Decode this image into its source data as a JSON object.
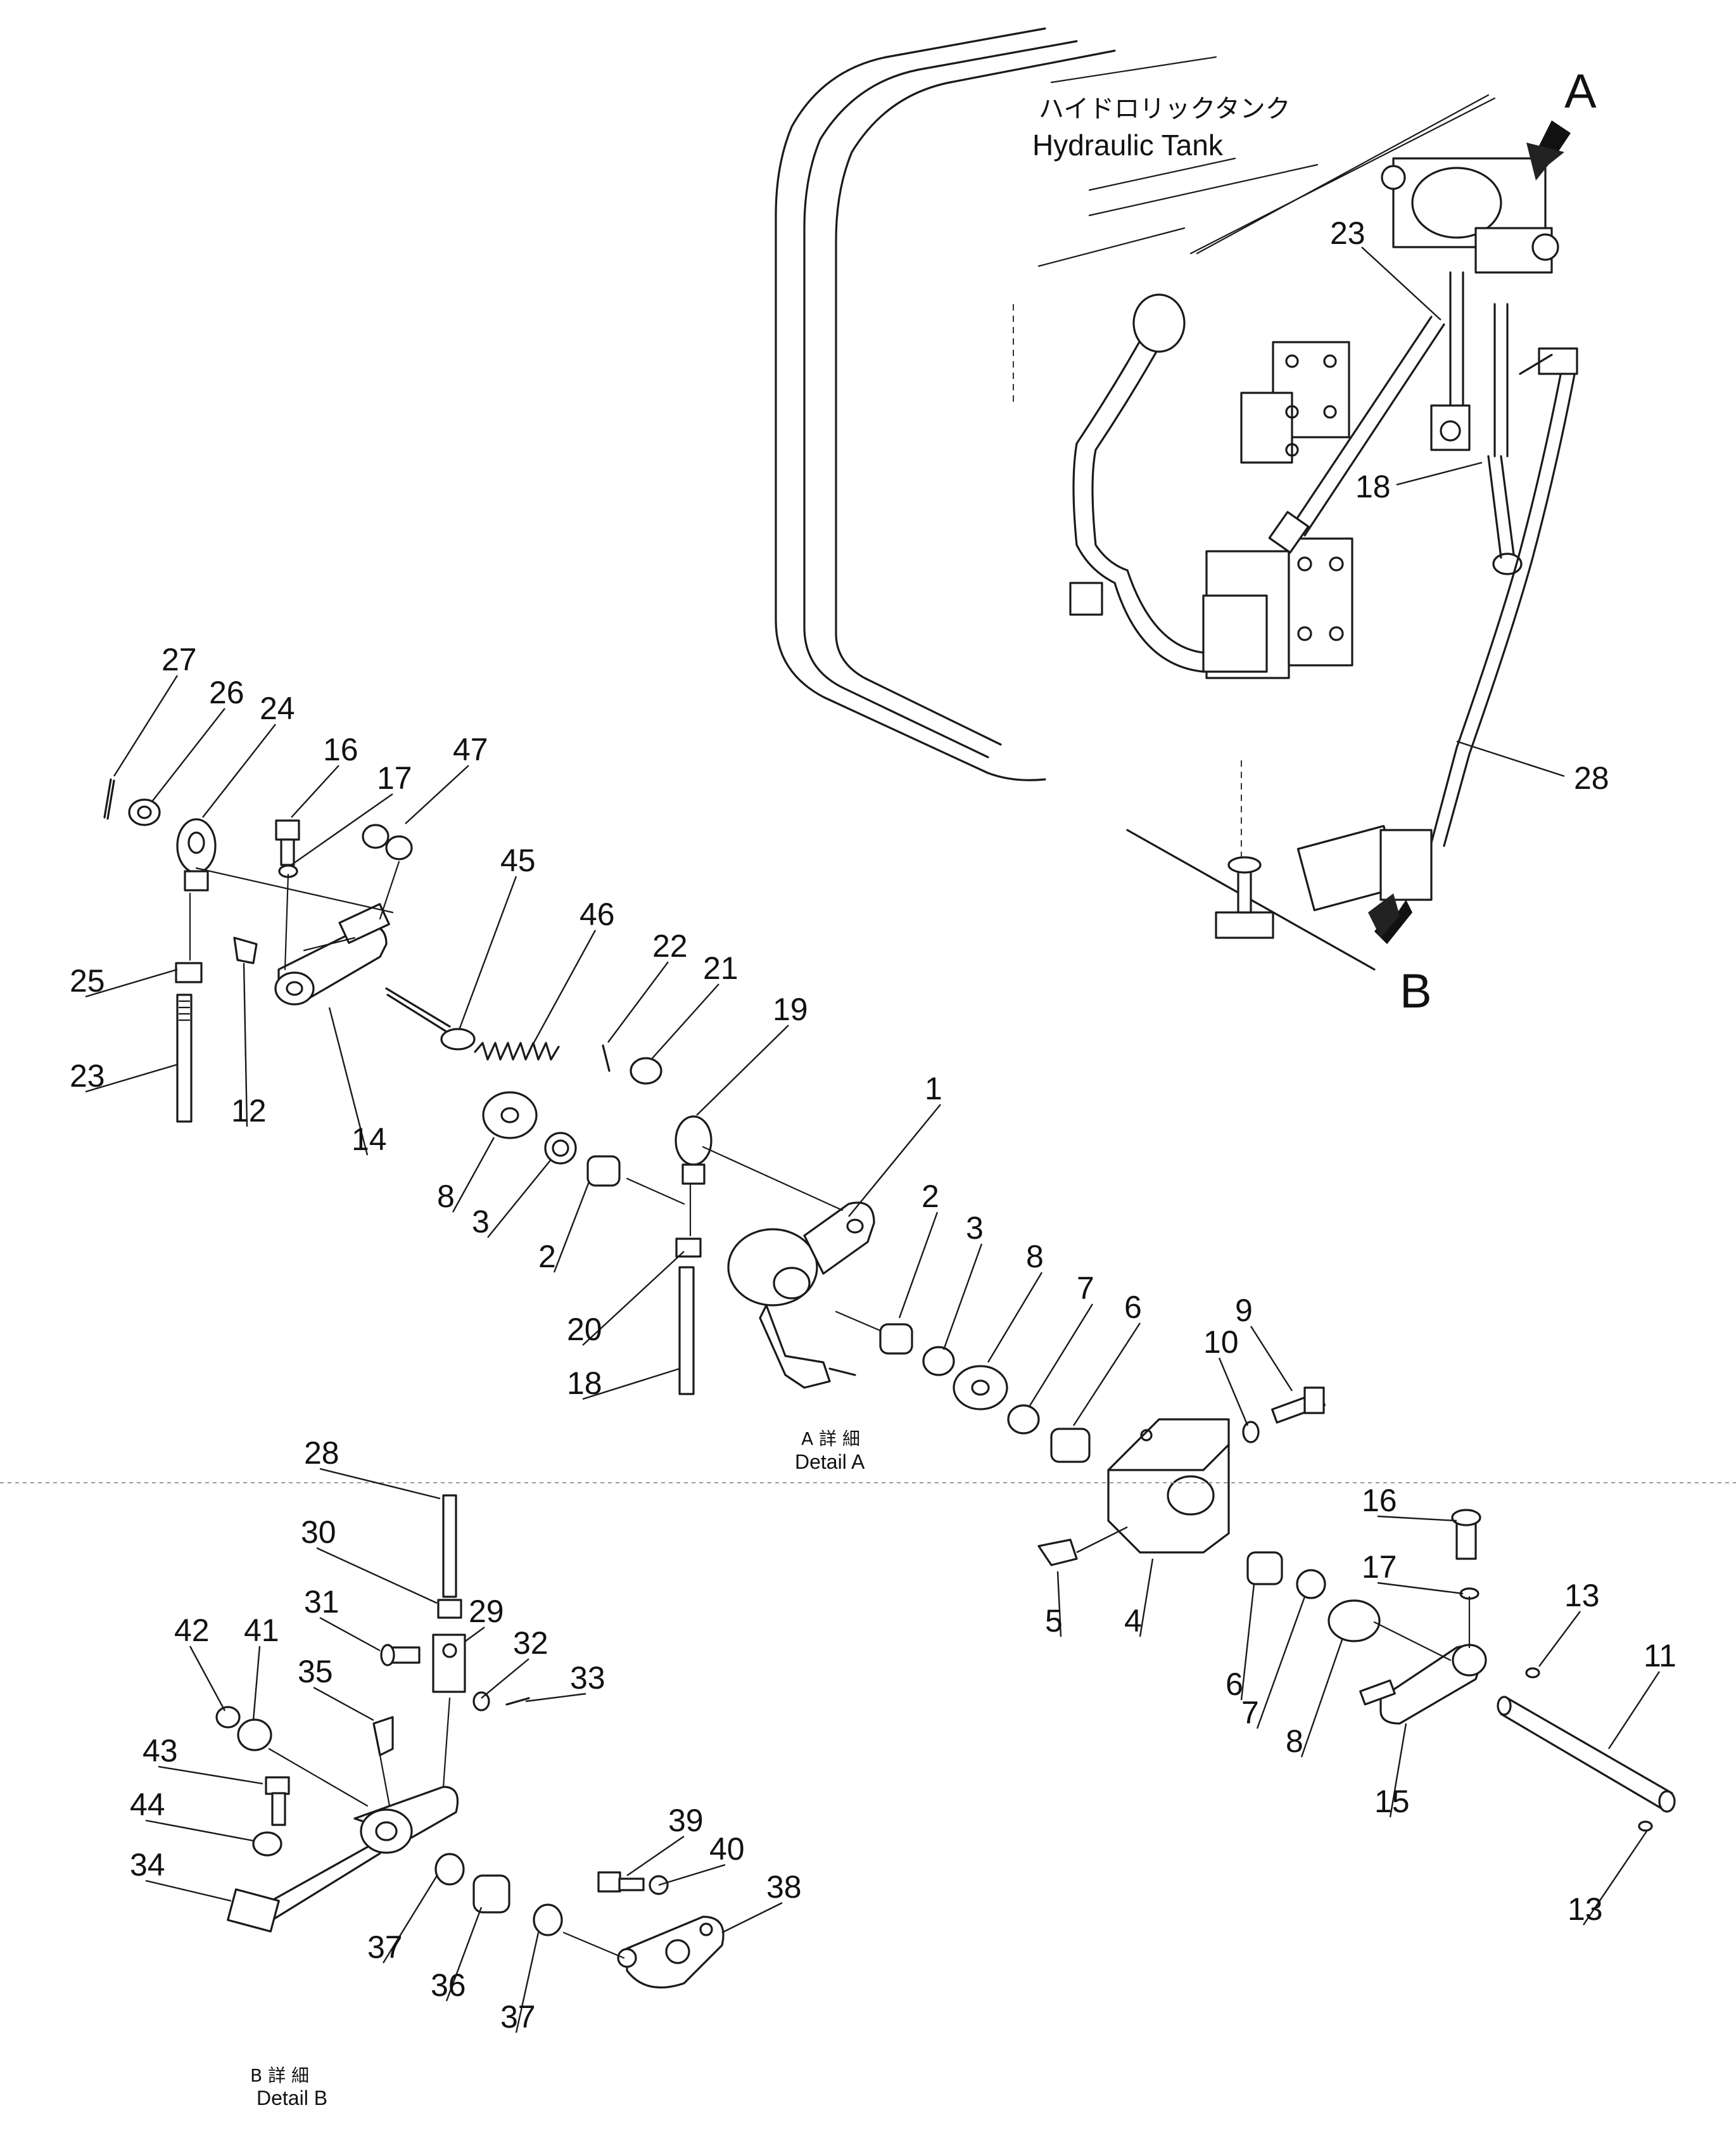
{
  "labels": {
    "tank_jp": "ハイドロリックタンク",
    "tank_en": "Hydraulic Tank",
    "view_a": "A",
    "view_b": "B",
    "detail_a_jp": "A 詳 細",
    "detail_a_en": "Detail A",
    "detail_b_jp": "B 詳 細",
    "detail_b_en": "Detail B"
  },
  "callouts": {
    "c23": "23",
    "c18": "18",
    "c28": "28"
  },
  "detail_a_callouts": [
    "27",
    "26",
    "24",
    "16",
    "17",
    "47",
    "45",
    "46",
    "22",
    "21",
    "19",
    "1",
    "25",
    "12",
    "23",
    "14",
    "8",
    "3",
    "2",
    "20",
    "18",
    "2",
    "3",
    "8",
    "7",
    "6",
    "10",
    "9",
    "5",
    "4",
    "16",
    "17",
    "13",
    "11",
    "6",
    "7",
    "8",
    "15",
    "13"
  ],
  "detail_b_callouts": [
    "28",
    "30",
    "31",
    "29",
    "32",
    "33",
    "42",
    "41",
    "35",
    "43",
    "44",
    "34",
    "39",
    "40",
    "38",
    "37",
    "36",
    "37"
  ]
}
